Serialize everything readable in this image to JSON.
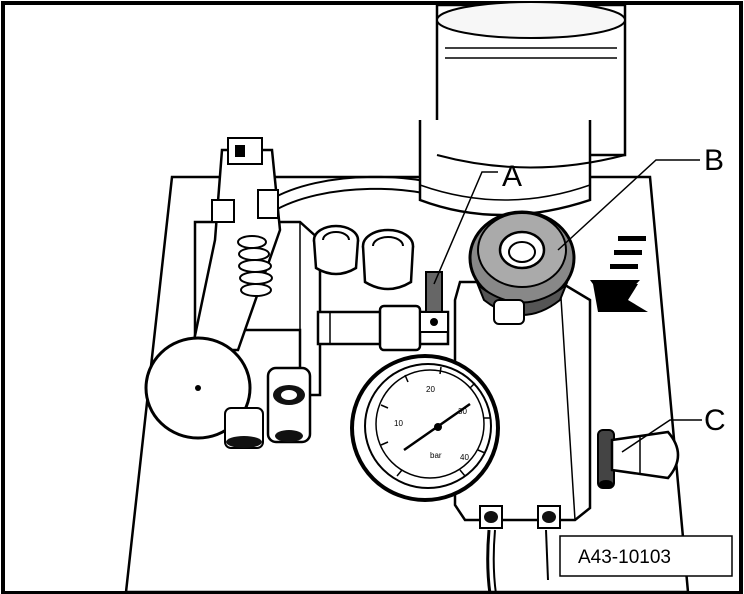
{
  "figure": {
    "callouts": {
      "a": "A",
      "b": "B",
      "c": "C"
    },
    "reference_code": "A43-10103",
    "gauge": {
      "scale_labels": [
        "10",
        "20",
        "30",
        "40"
      ],
      "unit": "bar"
    },
    "motion_arrow_direction": "down-left"
  }
}
